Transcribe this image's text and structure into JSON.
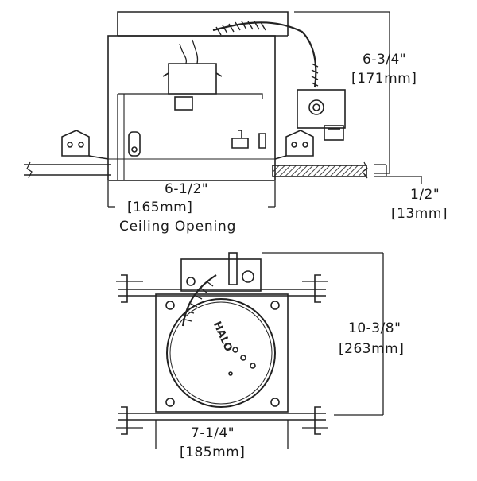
{
  "side_view": {
    "height_dim": {
      "imperial": "6-3/4\"",
      "metric": "[171mm]"
    },
    "ceiling_dim": {
      "imperial": "1/2\"",
      "metric": "[13mm]"
    },
    "opening_dim": {
      "imperial": "6-1/2\"",
      "metric": "[165mm]"
    },
    "caption": "Ceiling Opening"
  },
  "top_view": {
    "length_dim": {
      "imperial": "10-3/8\"",
      "metric": "[263mm]"
    },
    "width_dim": {
      "imperial": "7-1/4\"",
      "metric": "[185mm]"
    },
    "logo": "HALO"
  },
  "colors": {
    "line": "#222222",
    "hatch": "#555555",
    "background": "#ffffff"
  }
}
